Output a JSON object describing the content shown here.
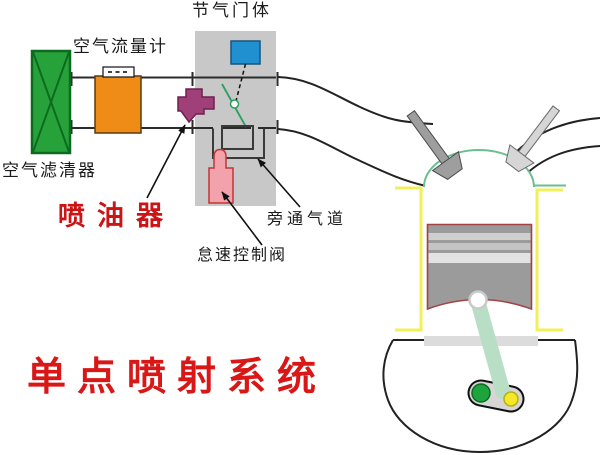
{
  "diagram_title": "单点喷射系统",
  "labels": {
    "throttle_body": "节气门体",
    "air_flow_meter": "空气流量计",
    "air_filter": "空气滤清器",
    "fuel_injector": "喷油器",
    "bypass_passage": "旁通气道",
    "idle_control_valve": "怠速控制阀"
  },
  "colors": {
    "title_red": "#d91717",
    "injector_label_red": "#cc1414",
    "label_black": "#1a1a1a",
    "air_filter_green": "#27a23b",
    "air_filter_border": "#0c6b1e",
    "air_flow_meter_orange": "#ef8c17",
    "throttle_body_gray": "#c8c8c8",
    "sensor_blue": "#2090d0",
    "injector_purple": "#a04078",
    "idle_valve_pink": "#f2a2ab",
    "idle_valve_border": "#c23535",
    "throttle_plate_green": "#2e9e5b",
    "cylinder_yellow": "#f1ef5a",
    "dome_green": "#6abf8f",
    "piston_gray": "#9b9b9b",
    "piston_outline_red": "#a34444",
    "connecting_rod_green": "#b9dec6",
    "crank_green": "#1ea43c",
    "crank_yellow": "#f5e927",
    "pipe_black": "#222222"
  }
}
